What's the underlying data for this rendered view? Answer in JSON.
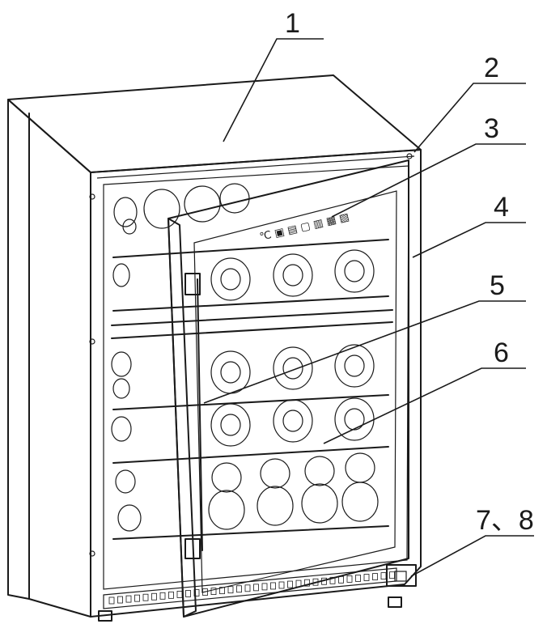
{
  "callouts": [
    {
      "id": "1",
      "label": "1"
    },
    {
      "id": "2",
      "label": "2"
    },
    {
      "id": "3",
      "label": "3"
    },
    {
      "id": "4",
      "label": "4"
    },
    {
      "id": "5",
      "label": "5"
    },
    {
      "id": "6",
      "label": "6"
    },
    {
      "id": "78",
      "label": "7、8"
    }
  ],
  "display_glyphs": "℃ ▣ ▤ ▢ ▥ ▦ ▧"
}
